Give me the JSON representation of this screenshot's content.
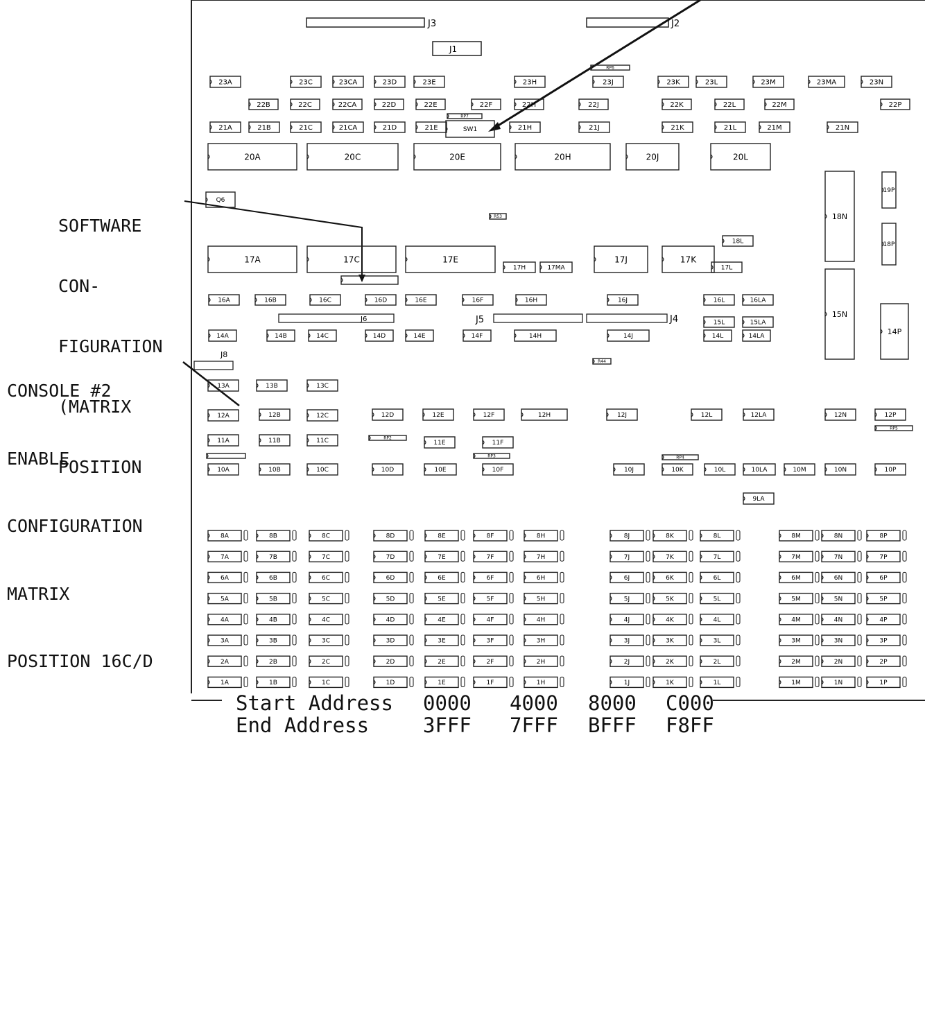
{
  "callouts": {
    "software_config": [
      "SOFTWARE",
      "CON-",
      "FIGURATION",
      "(MATRIX",
      "POSITION"
    ],
    "console2": [
      "CONSOLE #2",
      "ENABLE",
      "CONFIGURATION",
      "MATRIX",
      "POSITION 16C/D"
    ]
  },
  "connectors": {
    "j3": "J3",
    "j2": "J2",
    "j1": "J1",
    "j4": "J4",
    "j5": "J5",
    "j6": "J6",
    "j8": "J8"
  },
  "board": {
    "big_chips": [
      "20A",
      "20C",
      "20E",
      "20H",
      "20J",
      "20L",
      "17A",
      "17C",
      "17E",
      "17J",
      "17K",
      "18N",
      "15N",
      "14P"
    ],
    "row_23": [
      "23A",
      "23C",
      "23CA",
      "23D",
      "23E",
      "23H",
      "23J",
      "23K",
      "23L",
      "23M",
      "23MA",
      "23N"
    ],
    "row_22": [
      "22B",
      "22C",
      "22CA",
      "22D",
      "22E",
      "22F",
      "22H",
      "22J",
      "22K",
      "22L",
      "22M",
      "22P"
    ],
    "row_21": [
      "21A",
      "21B",
      "21C",
      "21CA",
      "21D",
      "21E",
      "21H",
      "21J",
      "21K",
      "21L",
      "21M",
      "21N"
    ],
    "row_16_17": [
      "17H",
      "17MA",
      "17L",
      "18L",
      "16A",
      "16B",
      "16C",
      "16D",
      "16E",
      "16F",
      "16H",
      "16J",
      "16L",
      "16LA",
      "15L",
      "15LA"
    ],
    "row_14": [
      "14A",
      "14B",
      "14C",
      "14D",
      "14E",
      "14F",
      "14H",
      "14J",
      "14L",
      "14LA"
    ],
    "row_13_12": [
      "13A",
      "13B",
      "13C",
      "12A",
      "12B",
      "12C",
      "12D",
      "12E",
      "12F",
      "12H",
      "12J",
      "12L",
      "12LA",
      "12N",
      "12P"
    ],
    "row_11_10": [
      "11A",
      "11B",
      "11C",
      "11E",
      "11F",
      "10A",
      "10B",
      "10C",
      "10D",
      "10E",
      "10F",
      "10J",
      "10K",
      "10L",
      "10LA",
      "10M",
      "10N",
      "10P",
      "9LA"
    ],
    "small_tags": [
      "SW1",
      "RP6",
      "RP7",
      "RP2",
      "RP3",
      "RP4",
      "RP5",
      "Q6",
      "19P",
      "18P",
      "R53",
      "R44"
    ],
    "memory_rows": [
      "8",
      "7",
      "6",
      "5",
      "4",
      "3",
      "2",
      "1"
    ],
    "memory_cols": [
      "A",
      "B",
      "C",
      "D",
      "E",
      "F",
      "H",
      "J",
      "K",
      "L",
      "M",
      "N",
      "P"
    ]
  },
  "addresses": {
    "start_label": "Start Address",
    "end_label": "End Address",
    "start_values": [
      "0000",
      "4000",
      "8000",
      "C000"
    ],
    "end_values": [
      "3FFF",
      "7FFF",
      "BFFF",
      "F8FF"
    ]
  }
}
